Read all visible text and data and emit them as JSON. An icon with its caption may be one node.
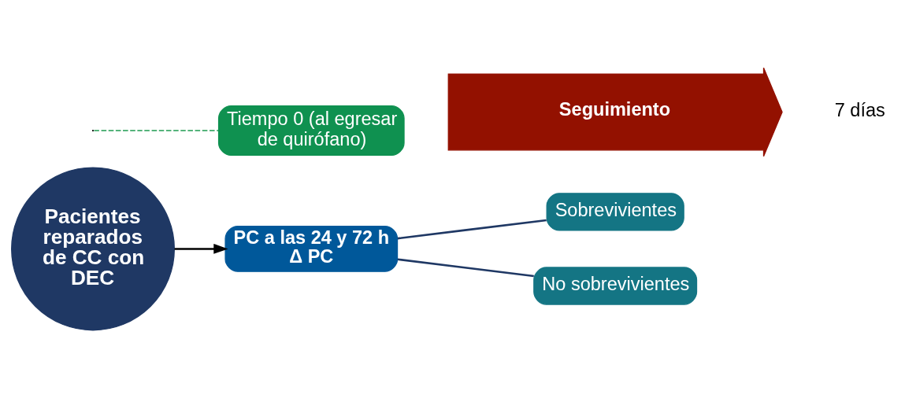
{
  "diagram": {
    "nodes": [
      {
        "text": [
          "Pacientes reparados de CC con DEC"
        ]
      },
      {
        "text": [
          "PC a las 24 y 72 h",
          "Δ PC"
        ]
      },
      {
        "text": [
          "Sobrevivientes"
        ]
      },
      {
        "text": [
          "No sobrevivientes"
        ]
      },
      {
        "text": [
          "Tiempo 0 (al egresar de quirófano)"
        ]
      },
      {
        "text": [
          "Seguimiento"
        ],
        "beside": [
          "7 días"
        ]
      }
    ],
    "edges": [
      {
        "from": 0,
        "to": 1,
        "arrow": "to",
        "color": "#000000"
      },
      {
        "from": null,
        "to": 4,
        "arrow": "none",
        "style": "dashed",
        "color": "#1e9a50"
      },
      {
        "from": 1,
        "to": 2,
        "arrow": "none",
        "color": "#1f3864"
      },
      {
        "from": 1,
        "to": 3,
        "arrow": "none",
        "color": "#1f3864"
      }
    ]
  }
}
